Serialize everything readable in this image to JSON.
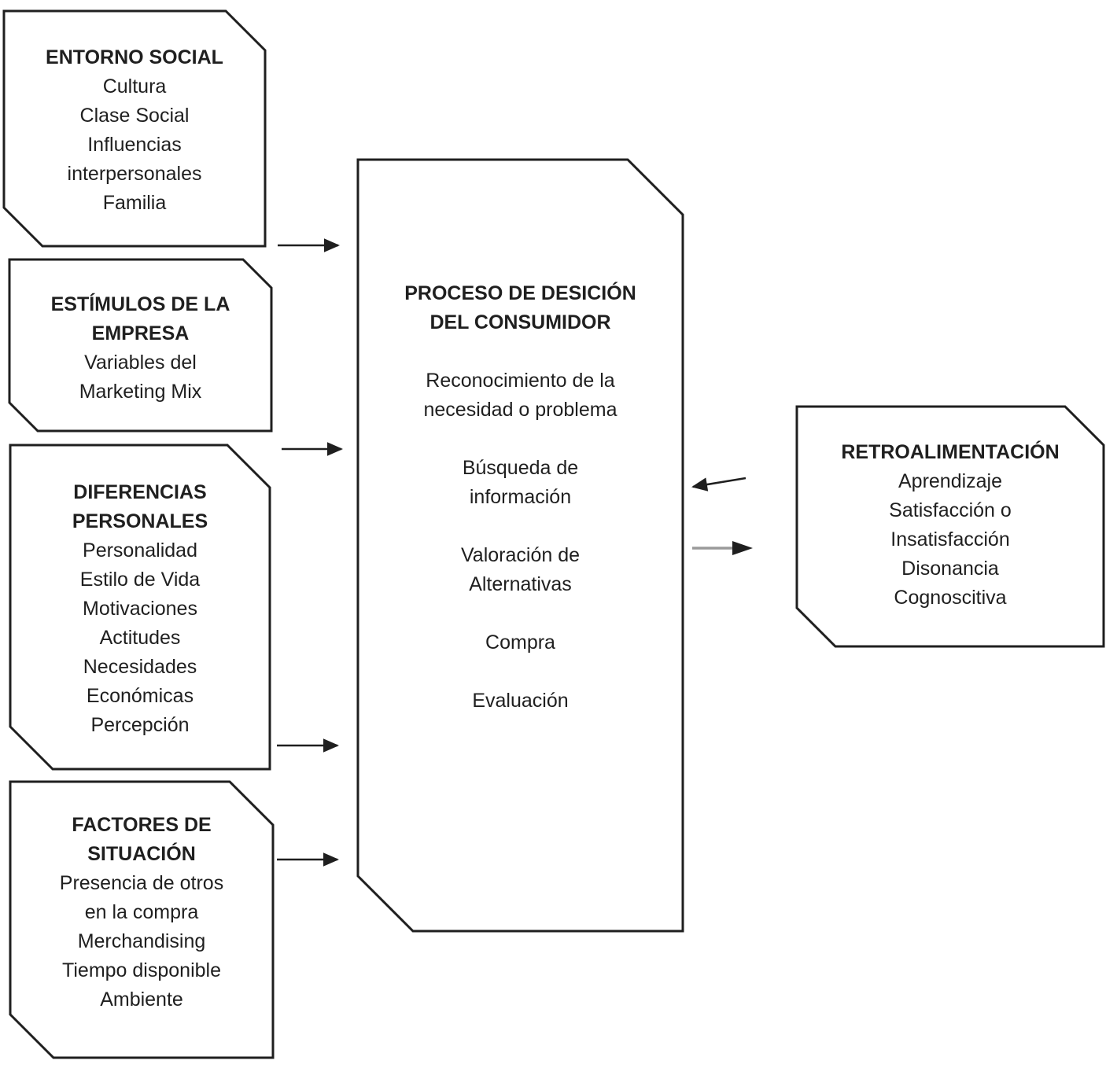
{
  "diagram": {
    "boxes": {
      "entorno_social": {
        "title": [
          "ENTORNO SOCIAL"
        ],
        "items": [
          "Cultura",
          "Clase Social",
          "Influencias",
          "interpersonales",
          "Familia"
        ]
      },
      "estimulos_empresa": {
        "title": [
          "ESTÍMULOS DE LA",
          "EMPRESA"
        ],
        "items": [
          "Variables del",
          "Marketing Mix"
        ]
      },
      "diferencias_personales": {
        "title": [
          "DIFERENCIAS",
          "PERSONALES"
        ],
        "items": [
          "Personalidad",
          "Estilo de Vida",
          "Motivaciones",
          "Actitudes",
          "Necesidades",
          "Económicas",
          "Percepción"
        ]
      },
      "factores_situacion": {
        "title": [
          "FACTORES DE",
          "SITUACIÓN"
        ],
        "items": [
          "Presencia de otros",
          "en la compra",
          "Merchandising",
          "Tiempo disponible",
          "Ambiente"
        ]
      },
      "proceso_decision": {
        "title": [
          "PROCESO DE DESICIÓN",
          "DEL CONSUMIDOR"
        ],
        "steps": [
          [
            "Reconocimiento de la",
            "necesidad o problema"
          ],
          [
            "Búsqueda de",
            "información"
          ],
          [
            "Valoración de",
            "Alternativas"
          ],
          [
            "Compra"
          ],
          [
            "Evaluación"
          ]
        ]
      },
      "retroalimentacion": {
        "title": [
          "RETROALIMENTACIÓN"
        ],
        "items": [
          "Aprendizaje",
          "Satisfacción o",
          "Insatisfacción",
          "Disonancia",
          "Cognoscitiva"
        ]
      }
    },
    "colors": {
      "ink": "#1f1f1f",
      "background": "#ffffff",
      "feedback_arrow_gray": "#9a9a9a"
    }
  }
}
